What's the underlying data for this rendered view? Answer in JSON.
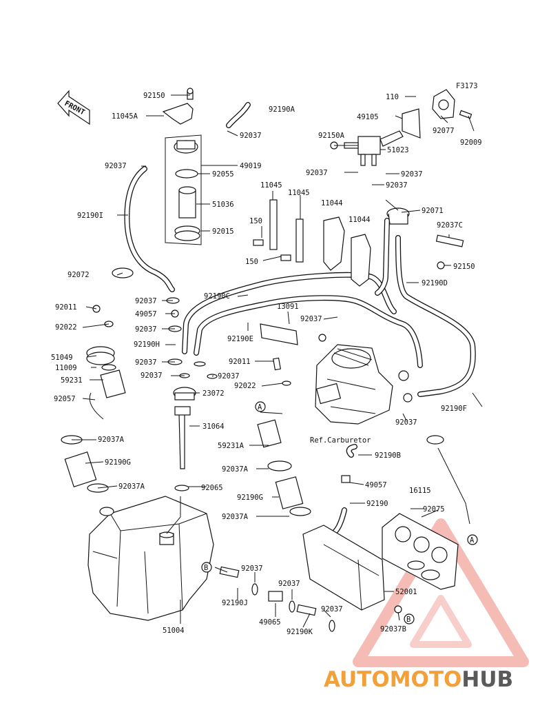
{
  "diagram": {
    "figure_code": "F3173",
    "front_label": "FRONT",
    "ref_label": "Ref.Carburetor",
    "callouts": [
      "A",
      "B"
    ],
    "part_numbers": [
      "92150",
      "11045A",
      "92190A",
      "92037",
      "49019",
      "92055",
      "51036",
      "92015",
      "92037",
      "92190I",
      "92072",
      "92011",
      "92022",
      "51049",
      "11009",
      "59231",
      "92057",
      "92037A",
      "92190G",
      "92037A",
      "110",
      "49105",
      "92150A",
      "51023",
      "92077",
      "92009",
      "92037",
      "92037",
      "92037",
      "11045",
      "11045",
      "11044",
      "11044",
      "150",
      "150",
      "92071",
      "92037C",
      "92150",
      "92190D",
      "92190C",
      "92037",
      "49057",
      "92037",
      "92190H",
      "92190E",
      "13091",
      "92037",
      "92037",
      "92037",
      "92037",
      "92011",
      "92022",
      "23072",
      "31064",
      "59231A",
      "92037A",
      "92190G",
      "92037A",
      "92065",
      "92190B",
      "49057",
      "92190",
      "16115",
      "92075",
      "92190F",
      "92037",
      "52001",
      "92037B",
      "51004",
      "92037",
      "92190J",
      "92037",
      "49065",
      "92037",
      "92190K"
    ],
    "watermark": {
      "part1": "AUTOMOTO",
      "part2": "HUB"
    }
  },
  "colors": {
    "ink": "#111111",
    "watermark_red": "#e8463c",
    "watermark_orange": "#f2a03a",
    "watermark_gray": "#5a5a5a"
  }
}
